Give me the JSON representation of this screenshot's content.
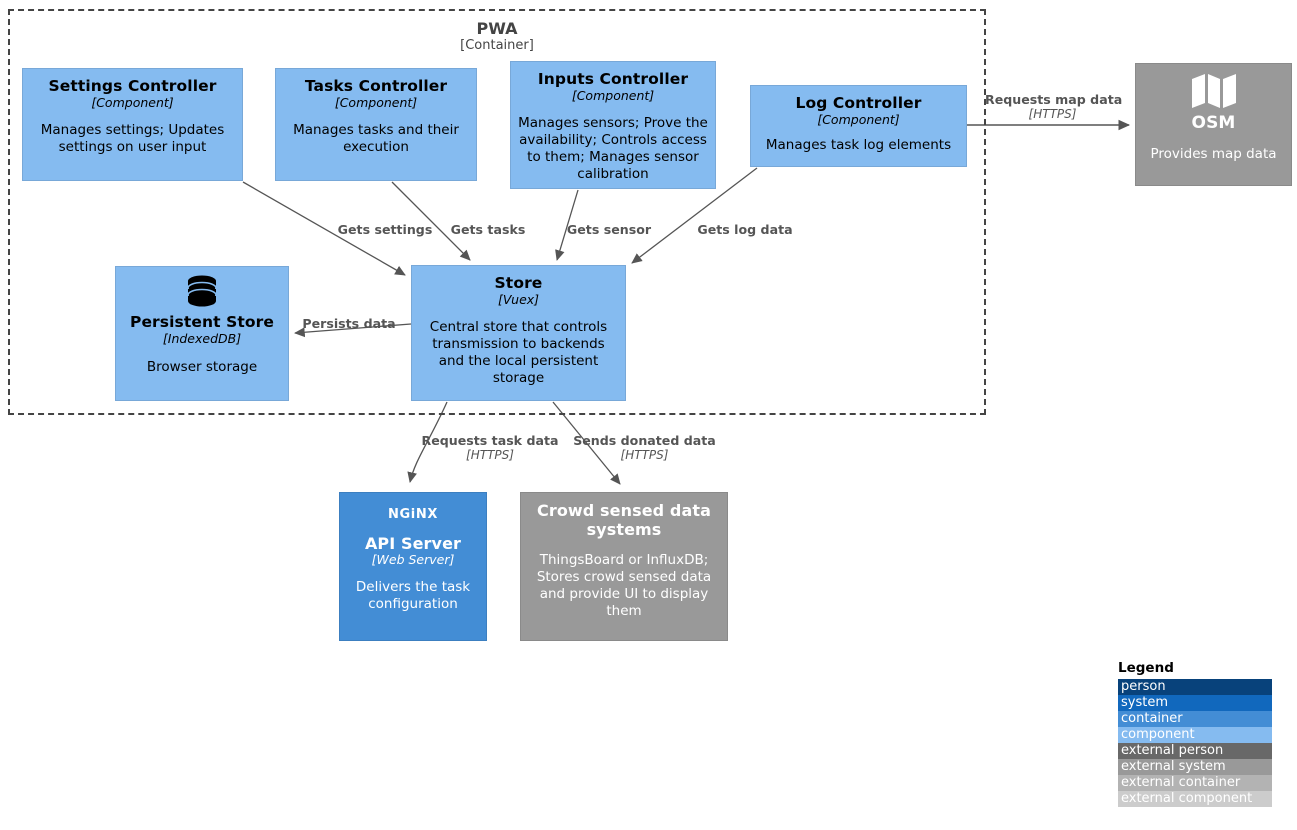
{
  "diagram": {
    "boundary": {
      "title": "PWA",
      "subtitle": "[Container]"
    },
    "nodes": [
      {
        "id": "settings",
        "title": "Settings Controller",
        "tech": "[Component]",
        "desc": "Manages settings; Updates settings on user input",
        "kind": "component",
        "color": "#85BBF0"
      },
      {
        "id": "tasks",
        "title": "Tasks Controller",
        "tech": "[Component]",
        "desc": "Manages tasks and their execution",
        "kind": "component",
        "color": "#85BBF0"
      },
      {
        "id": "inputs",
        "title": "Inputs Controller",
        "tech": "[Component]",
        "desc": "Manages sensors; Prove the availability; Controls access to them; Manages sensor calibration",
        "kind": "component",
        "color": "#85BBF0"
      },
      {
        "id": "log",
        "title": "Log Controller",
        "tech": "[Component]",
        "desc": "Manages task log elements",
        "kind": "component",
        "color": "#85BBF0"
      },
      {
        "id": "osm",
        "title": "OSM",
        "tech": "",
        "desc": "Provides map data",
        "kind": "external-system",
        "icon": "map-icon",
        "color": "#999999"
      },
      {
        "id": "persistent",
        "title": "Persistent Store",
        "tech": "[IndexedDB]",
        "desc": "Browser storage",
        "kind": "component",
        "icon": "database-icon",
        "color": "#85BBF0"
      },
      {
        "id": "store",
        "title": "Store",
        "tech": "[Vuex]",
        "desc": "Central store that controls transmission to backends and the local persistent storage",
        "kind": "component",
        "color": "#85BBF0"
      },
      {
        "id": "api",
        "title": "API Server",
        "tech": "[Web Server]",
        "desc": "Delivers the task configuration",
        "kind": "container",
        "icon": "nginx-logo",
        "logo_text": "NGiNX",
        "color": "#438DD5"
      },
      {
        "id": "crowd",
        "title": "Crowd sensed data systems",
        "tech": "",
        "desc": "ThingsBoard or InfluxDB; Stores crowd sensed data and provide UI to display them",
        "kind": "external-system",
        "color": "#999999"
      }
    ],
    "edges": [
      {
        "id": "log-osm",
        "label": "Requests map data",
        "tech": "[HTTPS]"
      },
      {
        "id": "settings-store",
        "label": "Gets settings",
        "tech": ""
      },
      {
        "id": "tasks-store",
        "label": "Gets tasks",
        "tech": ""
      },
      {
        "id": "inputs-store",
        "label": "Gets sensor",
        "tech": ""
      },
      {
        "id": "log-store",
        "label": "Gets log data",
        "tech": ""
      },
      {
        "id": "store-persist",
        "label": "Persists data",
        "tech": ""
      },
      {
        "id": "store-api",
        "label": "Requests task data",
        "tech": "[HTTPS]"
      },
      {
        "id": "store-crowd",
        "label": "Sends donated data",
        "tech": "[HTTPS]"
      }
    ]
  },
  "legend": {
    "title": "Legend",
    "items": [
      {
        "label": "person",
        "bg": "#08427B",
        "fg": "#ffffff"
      },
      {
        "label": "system",
        "bg": "#1168BD",
        "fg": "#ffffff"
      },
      {
        "label": "container",
        "bg": "#438DD5",
        "fg": "#ffffff"
      },
      {
        "label": "component",
        "bg": "#85BBF0",
        "fg": "#ffffff"
      },
      {
        "label": "external person",
        "bg": "#686868",
        "fg": "#ffffff"
      },
      {
        "label": "external system",
        "bg": "#999999",
        "fg": "#ffffff"
      },
      {
        "label": "external container",
        "bg": "#B3B3B3",
        "fg": "#ffffff"
      },
      {
        "label": "external component",
        "bg": "#CCCCCC",
        "fg": "#ffffff"
      }
    ]
  }
}
